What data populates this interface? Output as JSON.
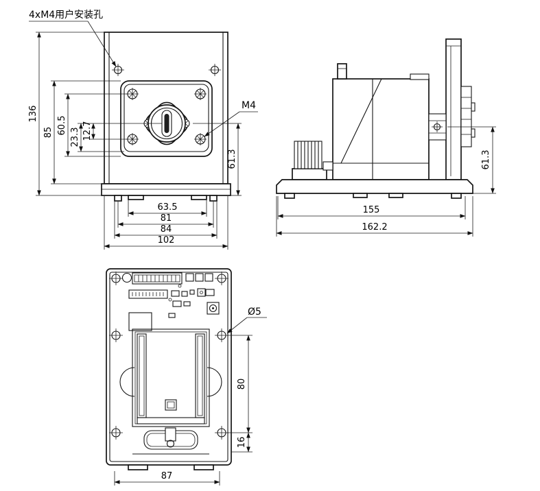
{
  "drawing": {
    "notes": {
      "mounting_holes": "4xM4用户安装孔",
      "thread_label": "M4",
      "hole_dia": "Ø5"
    },
    "front_view": {
      "h136": "136",
      "h85": "85",
      "h60_5": "60.5",
      "h23_3": "23.3",
      "h12_7": "12.7",
      "h61_3": "61.3",
      "w63_5": "63.5",
      "w81": "81",
      "w84": "84",
      "w102": "102"
    },
    "side_view": {
      "h61_3": "61.3",
      "w155": "155",
      "w162_2": "162.2"
    },
    "bottom_view": {
      "h80": "80",
      "h16": "16",
      "w87": "87"
    }
  }
}
